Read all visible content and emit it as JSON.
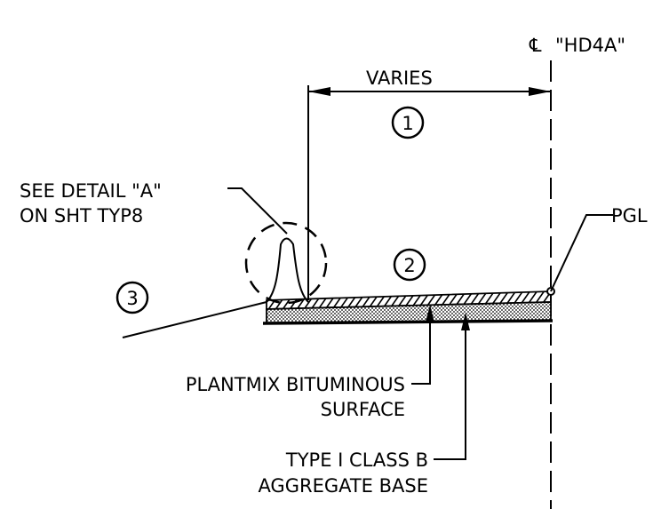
{
  "centerline": {
    "symbol": "℄",
    "label": "\"HD4A\""
  },
  "dimension": {
    "label": "VARIES"
  },
  "callouts": {
    "c1": "1",
    "c2": "2",
    "c3": "3"
  },
  "detail_note": {
    "line1": "SEE DETAIL \"A\"",
    "line2": "ON SHT TYP8"
  },
  "pgl_label": "PGL",
  "surface_note": {
    "line1": "PLANTMIX BITUMINOUS",
    "line2": "SURFACE"
  },
  "base_note": {
    "line1": "TYPE I CLASS B",
    "line2": "AGGREGATE BASE"
  }
}
